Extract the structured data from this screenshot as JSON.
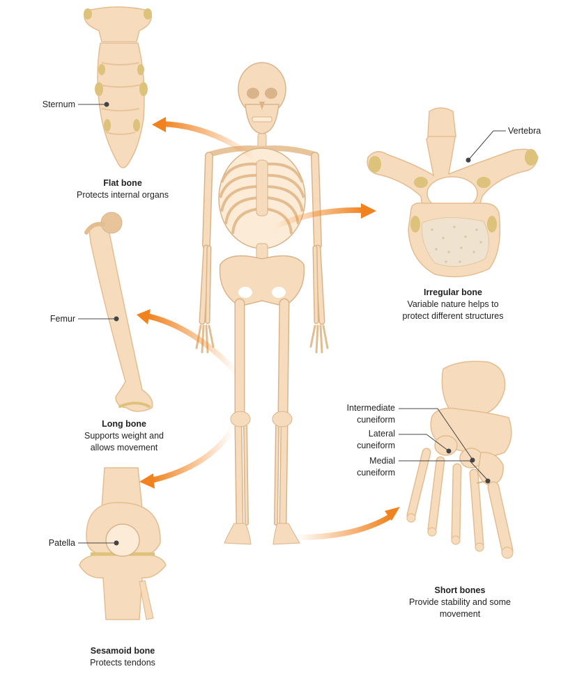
{
  "colors": {
    "bone_fill": "#f6dcbc",
    "bone_light": "#fcebd6",
    "bone_shadow": "#e8c49a",
    "bone_edge": "#d9b48a",
    "cartilage": "#dcc27a",
    "arrow": "#f0831f",
    "leader": "#444444",
    "spongy": "#efe3cf"
  },
  "labels": {
    "sternum": "Sternum",
    "vertebra": "Vertebra",
    "femur": "Femur",
    "patella": "Patella",
    "intermediate_cuneiform": [
      "Intermediate",
      "cuneiform"
    ],
    "lateral_cuneiform": [
      "Lateral",
      "cuneiform"
    ],
    "medial_cuneiform": [
      "Medial",
      "cuneiform"
    ]
  },
  "bone_types": {
    "flat": {
      "title": "Flat bone",
      "description": [
        "Protects internal organs"
      ]
    },
    "irregular": {
      "title": "Irregular bone",
      "description": [
        "Variable nature helps to",
        "protect different structures"
      ]
    },
    "long": {
      "title": "Long bone",
      "description": [
        "Supports weight and",
        "allows movement"
      ]
    },
    "sesamoid": {
      "title": "Sesamoid bone",
      "description": [
        "Protects tendons"
      ]
    },
    "short": {
      "title": "Short bones",
      "description": [
        "Provide stability and some",
        "movement"
      ]
    }
  }
}
